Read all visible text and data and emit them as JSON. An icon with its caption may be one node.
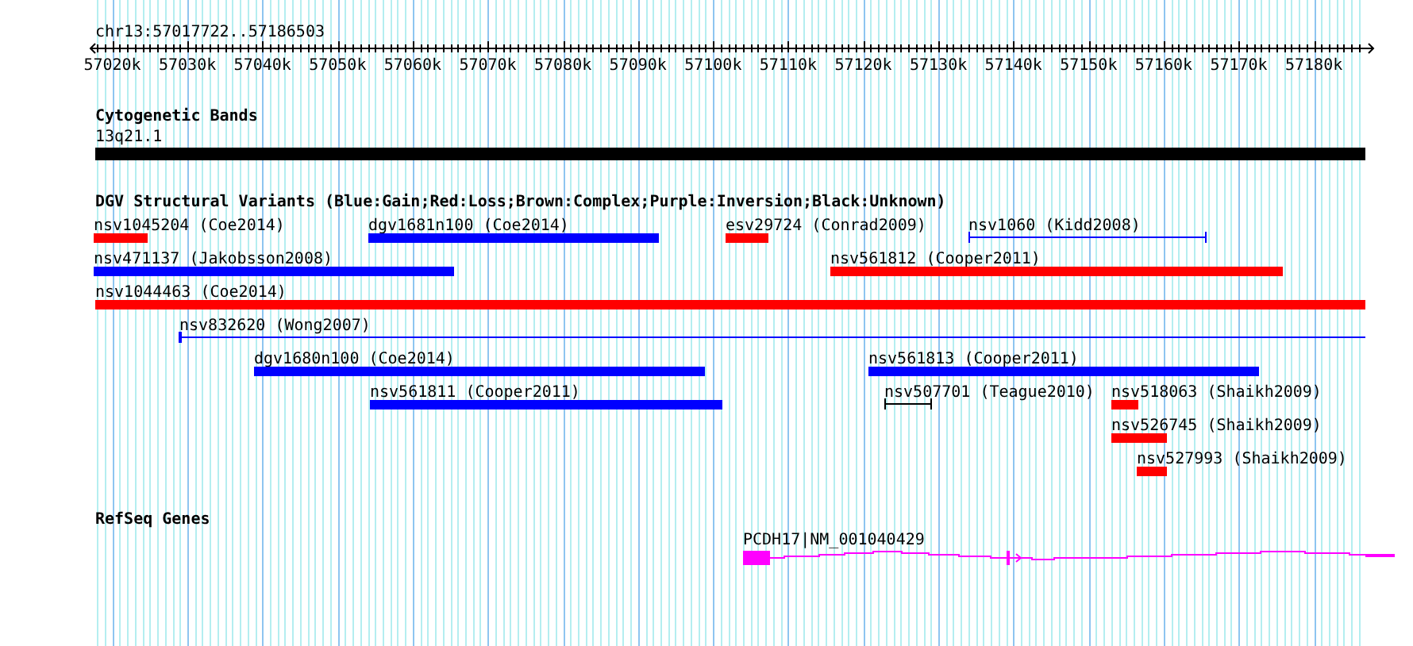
{
  "diagram": {
    "title": "chr13:57017722..57186503",
    "nodes": [
      {
        "text": [
          "13q21.1"
        ]
      },
      {
        "text": [
          "nsv1045204 (Coe2014)"
        ]
      },
      {
        "text": [
          "dgv1681n100 (Coe2014)"
        ]
      },
      {
        "text": [
          "esv29724 (Conrad2009)"
        ]
      },
      {
        "text": [
          "nsv1060 (Kidd2008)"
        ]
      },
      {
        "text": [
          "nsv471137 (Jakobsson2008)"
        ]
      },
      {
        "text": [
          "nsv561812 (Cooper2011)"
        ]
      },
      {
        "text": [
          "nsv1044463 (Coe2014)"
        ]
      },
      {
        "text": [
          "nsv832620 (Wong2007)"
        ]
      },
      {
        "text": [
          "dgv1680n100 (Coe2014)"
        ]
      },
      {
        "text": [
          "nsv561813 (Cooper2011)"
        ]
      },
      {
        "text": [
          "nsv561811 (Cooper2011)"
        ]
      },
      {
        "text": [
          "nsv507701 (Teague2010)"
        ]
      },
      {
        "text": [
          "nsv518063 (Shaikh2009)"
        ]
      },
      {
        "text": [
          "nsv526745 (Shaikh2009)"
        ]
      },
      {
        "text": [
          "nsv527993 (Shaikh2009)"
        ]
      },
      {
        "text": [
          "PCDH17|NM_001040429"
        ]
      }
    ],
    "labels": [
      "57020k",
      "57030k",
      "57040k",
      "57050k",
      "57060k",
      "57070k",
      "57080k",
      "57090k",
      "57100k",
      "57110k",
      "57120k",
      "57130k",
      "57140k",
      "57150k",
      "57160k",
      "57170k",
      "57180k",
      "Cytogenetic Bands",
      "DGV Structural Variants (Blue:Gain;Red:Loss;Brown:Complex;Purple:Inversion;Black:Unknown)",
      "RefSeq Genes"
    ]
  }
}
